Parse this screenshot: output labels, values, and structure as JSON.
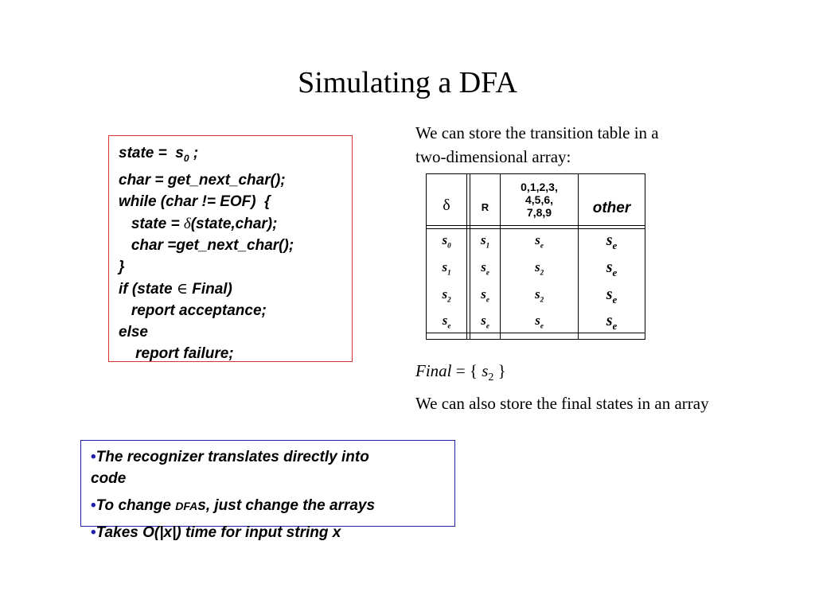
{
  "slide": {
    "title": "Simulating a DFA"
  },
  "code": {
    "line1_pre": "state =  s",
    "line1_sub": "0",
    "line1_post": " ;",
    "line2": "char = get_next_char();",
    "line3": "while (char != EOF)  {",
    "line4_pre": "   state = ",
    "line4_sym": "δ",
    "line4_post": "(state,char);",
    "line5": "   char =get_next_char();",
    "line6": "}",
    "line7_pre": "if (state ",
    "line7_sym": "∈",
    "line7_post": " Final)",
    "line8": "   report acceptance;",
    "line9": "else",
    "line10": "    report failure;"
  },
  "description": {
    "line1": "We can store the transition table in a",
    "line2": "two-dimensional array:"
  },
  "table": {
    "headers": {
      "delta": "δ",
      "r": "R",
      "digits_line1": "0,1,2,3,",
      "digits_line2": "4,5,6,",
      "digits_line3": "7,8,9",
      "other": "other"
    },
    "rows": [
      {
        "state": "s",
        "state_sub": "0",
        "r": "s",
        "r_sub": "1",
        "digits": "s",
        "digits_sub": "e",
        "other": "s",
        "other_sub": "e"
      },
      {
        "state": "s",
        "state_sub": "1",
        "r": "s",
        "r_sub": "e",
        "digits": "s",
        "digits_sub": "2",
        "other": "s",
        "other_sub": "e"
      },
      {
        "state": "s",
        "state_sub": "2",
        "r": "s",
        "r_sub": "e",
        "digits": "s",
        "digits_sub": "2",
        "other": "s",
        "other_sub": "e"
      },
      {
        "state": "s",
        "state_sub": "e",
        "r": "s",
        "r_sub": "e",
        "digits": "s",
        "digits_sub": "e",
        "other": "s",
        "other_sub": "e"
      }
    ]
  },
  "final_set": {
    "label": "Final",
    "equals": " = { ",
    "state": "s",
    "state_sub": "2",
    "close": " }",
    "note": "We can also store the final states in an array"
  },
  "bullets": {
    "b1_line1": "The recognizer translates directly into",
    "b1_line2": "code",
    "b2_pre": "To change ",
    "b2_small": "DFA",
    "b2_post": "s, just change the arrays",
    "b3": "Takes O(|x|) time for input string x",
    "marker": "•"
  }
}
